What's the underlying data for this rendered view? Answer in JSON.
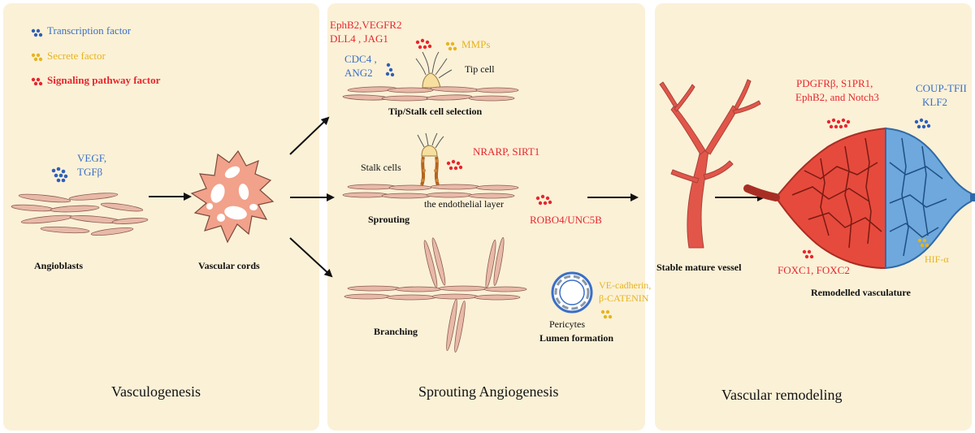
{
  "legend": {
    "transcription": "Transcription factor",
    "secrete": "Secrete factor",
    "signaling": "Signaling pathway factor"
  },
  "colors": {
    "transcription": "#2f5fb8",
    "secrete": "#e6b41e",
    "signaling": "#e8262d",
    "panel": "#fbf1d7",
    "cell": "#e9b9a8",
    "vessel": "#e2564a"
  },
  "panels": {
    "vasculogenesis": {
      "title": "Vasculogenesis",
      "factor_line1": "VEGF,",
      "factor_line2": "TGFβ",
      "angioblasts": "Angioblasts",
      "cords": "Vascular cords"
    },
    "sprouting": {
      "title": "Sprouting Angiogenesis",
      "tip_red1": "EphB2,VEGFR2",
      "tip_red2": "DLL4 ,   JAG1",
      "tip_mmps": "MMPs",
      "tip_blue1": "CDC4 ,",
      "tip_blue2": "ANG2",
      "tip_cell": "Tip cell",
      "tip_selection": "Tip/Stalk cell selection",
      "stalk_cells": "Stalk cells",
      "nrarp": "NRARP, SIRT1",
      "endothelial": "the endothelial layer",
      "sprouting": "Sprouting",
      "robo": "ROBO4/UNC5B",
      "branching": "Branching",
      "ve_cadherin": "VE-cadherin,",
      "catenin": "β-CATENIN",
      "pericytes": "Pericytes",
      "lumen": "Lumen formation"
    },
    "remodeling": {
      "title": "Vascular remodeling",
      "stable": "Stable mature vessel",
      "pdgfr1": "PDGFRβ, S1PR1,",
      "pdgfr2": "EphB2, and Notch3",
      "coup": "COUP-TFII",
      "klf2": "KLF2",
      "foxc": "FOXC1, FOXC2",
      "hif": "HIF-α",
      "remodelled": "Remodelled vasculature"
    }
  }
}
